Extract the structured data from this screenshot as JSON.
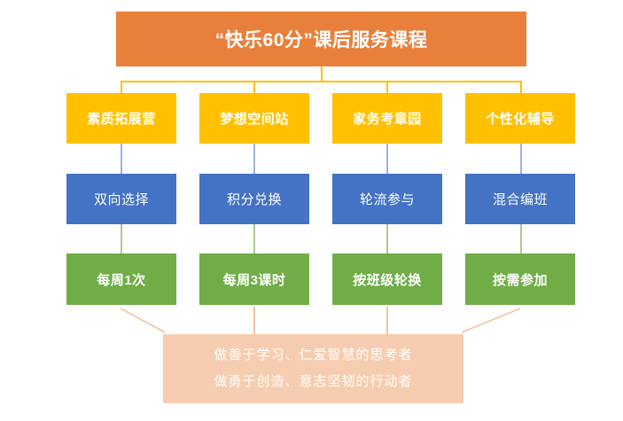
{
  "diagram": {
    "title": "“快乐60分”课后服务课程",
    "columns": [
      {
        "category": "素质拓展营",
        "mechanism": "双向选择",
        "frequency": "每周1次"
      },
      {
        "category": "梦想空间站",
        "mechanism": "积分兑换",
        "frequency": "每周3课时"
      },
      {
        "category": "家务考章园",
        "mechanism": "轮流参与",
        "frequency": "按班级轮换"
      },
      {
        "category": "个性化辅导",
        "mechanism": "混合编班",
        "frequency": "按需参加"
      }
    ],
    "footer": {
      "line1": "做善于学习、仁爱智慧的思考者",
      "line2": "做勇于创造、意志坚韧的行动者"
    },
    "colors": {
      "title": "#E8803C",
      "category": "#FFC000",
      "mechanism": "#4472C4",
      "frequency": "#70AD47",
      "footer": "#F6CDB0",
      "text": "#FFFFFF",
      "connector_yellow": "#FFC000",
      "connector_blue": "#9CB3DE",
      "connector_green": "#A9CC8F",
      "connector_peach": "#F3C3A0"
    }
  }
}
